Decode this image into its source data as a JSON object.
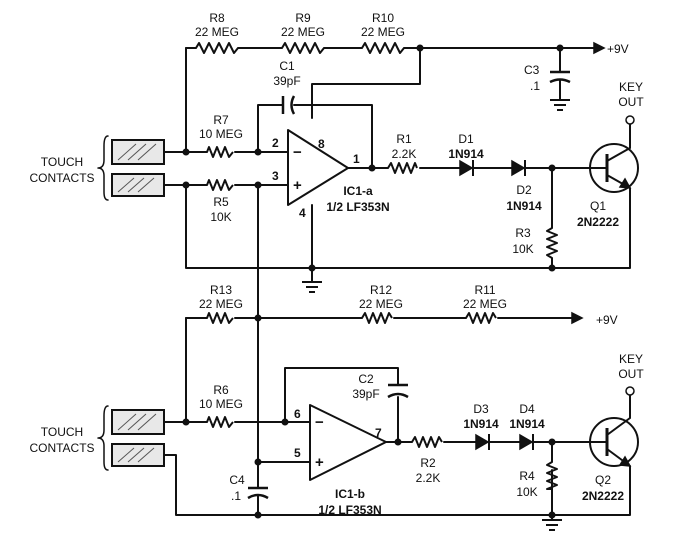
{
  "labels": {
    "R8": "R8",
    "R8v": "22 MEG",
    "R9": "R9",
    "R9v": "22 MEG",
    "R10": "R10",
    "R10v": "22 MEG",
    "C1": "C1",
    "C1v": "39pF",
    "R7": "R7",
    "R7v": "10 MEG",
    "R5": "R5",
    "R5v": "10K",
    "C3": "C3",
    "C3v": ".1",
    "vcc_top": "+9V",
    "key1a": "KEY",
    "key1b": "OUT",
    "R1": "R1",
    "R1v": "2.2K",
    "D1": "D1",
    "D1v": "1N914",
    "D2": "D2",
    "D2v": "1N914",
    "IC1a": "IC1-a",
    "IC1a_part": "1/2 LF353N",
    "R3": "R3",
    "R3v": "10K",
    "Q1": "Q1",
    "Q1v": "2N2222",
    "touch1a": "TOUCH",
    "touch1b": "CONTACTS",
    "R13": "R13",
    "R13v": "22 MEG",
    "R12": "R12",
    "R12v": "22 MEG",
    "R11": "R11",
    "R11v": "22 MEG",
    "vcc_mid": "+9V",
    "key2a": "KEY",
    "key2b": "OUT",
    "R6": "R6",
    "R6v": "10 MEG",
    "C2": "C2",
    "C2v": "39pF",
    "D3": "D3",
    "D3v": "1N914",
    "D4": "D4",
    "D4v": "1N914",
    "touch2a": "TOUCH",
    "touch2b": "CONTACTS",
    "R2": "R2",
    "R2v": "2.2K",
    "R4": "R4",
    "R4v": "10K",
    "Q2": "Q2",
    "Q2v": "2N2222",
    "C4": "C4",
    "C4v": ".1",
    "IC1b": "IC1-b",
    "IC1b_part": "1/2 LF353N"
  },
  "pins": {
    "a_inv": "2",
    "a_noninv": "3",
    "a_vplus": "8",
    "a_out": "1",
    "a_gnd": "4",
    "b_inv": "6",
    "b_noninv": "5",
    "b_out": "7"
  },
  "symbols": {
    "minus": "−",
    "plus": "+"
  }
}
